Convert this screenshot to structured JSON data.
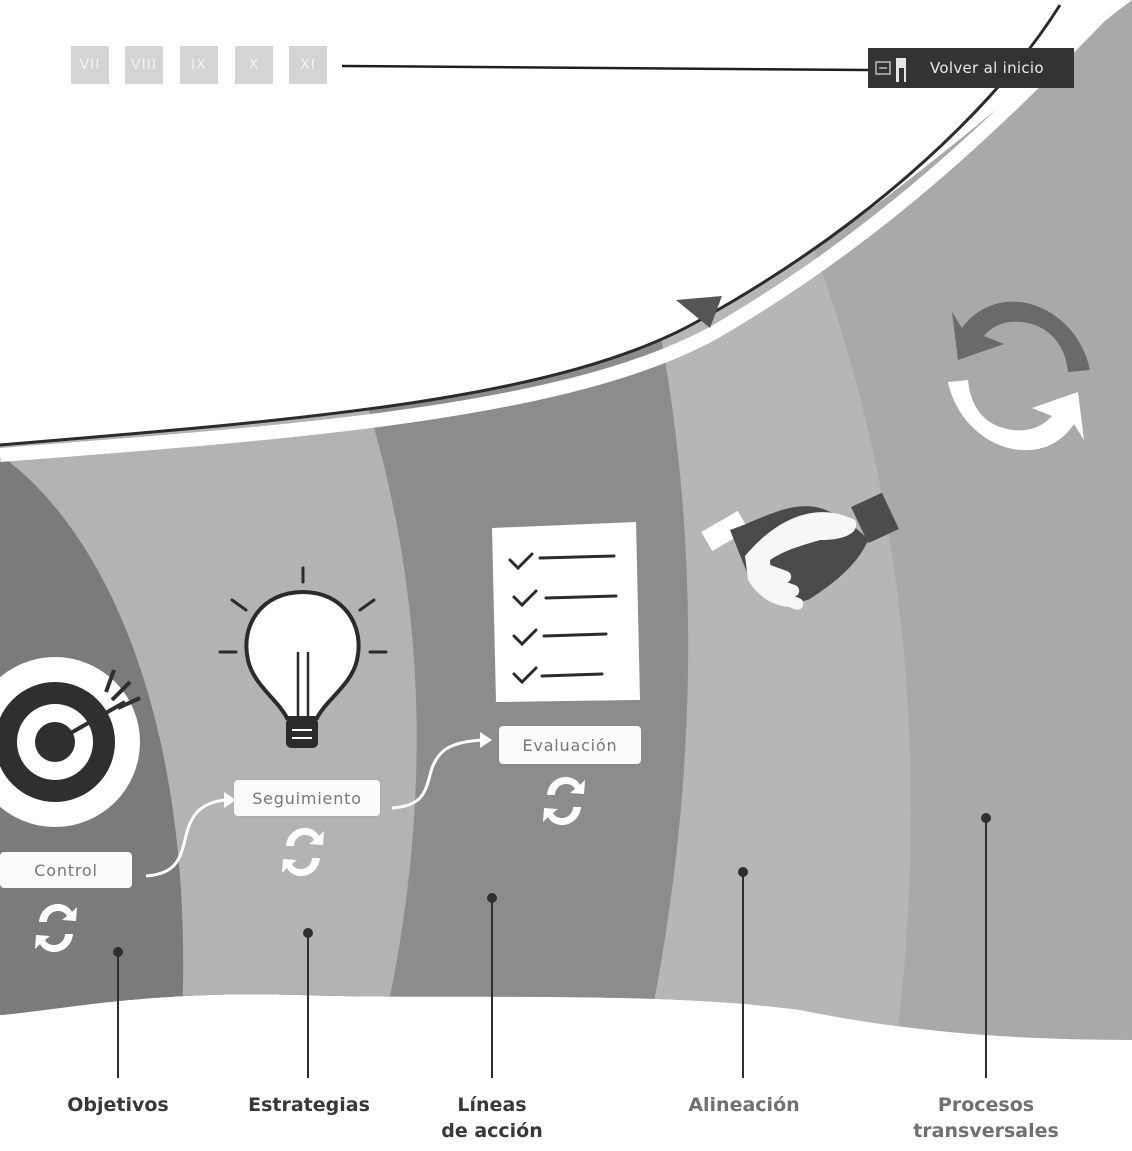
{
  "nav": {
    "sections": [
      "VII",
      "VIII",
      "IX",
      "X",
      "XI"
    ],
    "home_label": "Volver al inicio"
  },
  "process_tags": {
    "control": "Control",
    "seguimiento": "Seguimiento",
    "evaluacion": "Evaluación"
  },
  "categories": {
    "objetivos": "Objetivos",
    "estrategias": "Estrategias",
    "lineas_1": "Líneas",
    "lineas_2": "de acción",
    "alineacion": "Alineación",
    "procesos_1": "Procesos",
    "procesos_2": "transversales"
  },
  "colors": {
    "band_objetivos": "#7b7b7b",
    "band_estrategias": "#b3b3b3",
    "band_lineas": "#8c8c8c",
    "band_alineacion": "#b6b6b6",
    "band_procesos": "#a9a9a9",
    "outline": "#2b2b2b"
  },
  "icons": [
    "target-icon",
    "lightbulb-icon",
    "checklist-icon",
    "handshake-icon",
    "refresh-icon",
    "home-icon"
  ]
}
